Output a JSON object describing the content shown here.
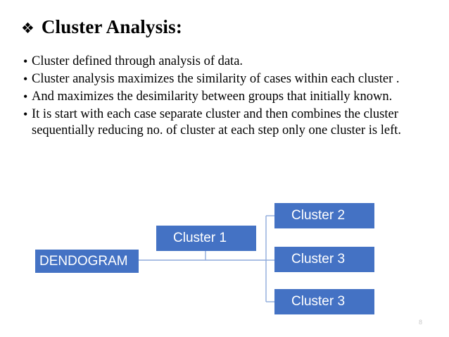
{
  "slide": {
    "title": {
      "bullet_glyph": "❖",
      "bullet_icon_name": "diamond-bullet-icon",
      "text": "Cluster Analysis:"
    },
    "bullets": [
      {
        "marker": "•",
        "text": "Cluster defined through analysis of data."
      },
      {
        "marker": "•",
        "text": "Cluster analysis maximizes the similarity of cases within each cluster ."
      },
      {
        "marker": "•",
        "text": "And maximizes the desimilarity between groups that initially known."
      },
      {
        "marker": "•",
        "text": "It is start with each case separate cluster and then combines the cluster sequentially reducing no. of cluster at each step only one cluster is left."
      }
    ],
    "diagram": {
      "type": "tree",
      "box_fill_color": "#4472C4",
      "box_text_color": "#FFFFFF",
      "connector_color": "#8FAADC",
      "nodes": [
        {
          "id": "root",
          "label": "DENDOGRAM"
        },
        {
          "id": "cluster1",
          "label": "Cluster 1"
        },
        {
          "id": "cluster2",
          "label": "Cluster 2"
        },
        {
          "id": "cluster3a",
          "label": "Cluster 3"
        },
        {
          "id": "cluster3b",
          "label": "Cluster 3"
        }
      ]
    },
    "page_number": "8"
  }
}
